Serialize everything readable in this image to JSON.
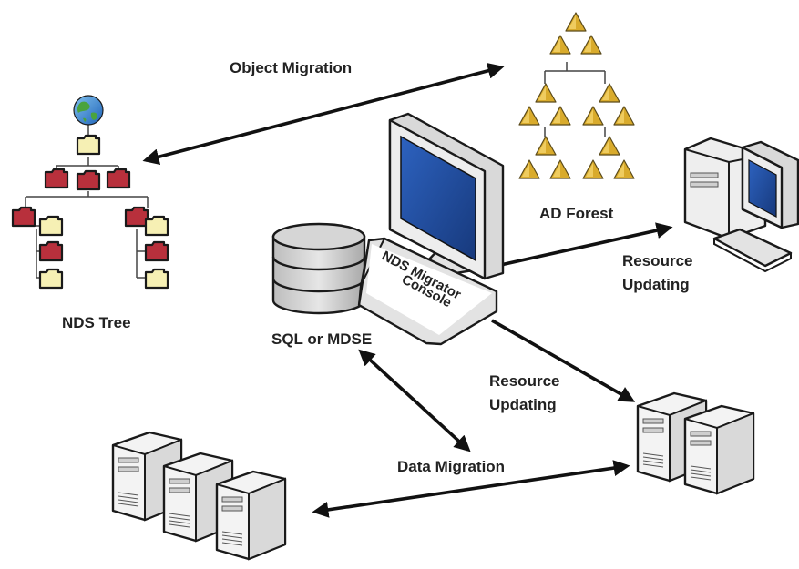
{
  "labels": {
    "object_migration": "Object Migration",
    "nds_tree": "NDS Tree",
    "ad_forest": "AD Forest",
    "sql_or_mdse": "SQL or MDSE",
    "console_line1": "NDS Migrator",
    "console_line2": "Console",
    "resource_updating_top_line1": "Resource",
    "resource_updating_top_line2": "Updating",
    "resource_updating_mid_line1": "Resource",
    "resource_updating_mid_line2": "Updating",
    "data_migration": "Data Migration"
  },
  "colors": {
    "folder_red": "#b8303c",
    "folder_yellow": "#f6f0b4",
    "triangle_gold": "#d9ab2c",
    "monitor_screen": "#1f4d9e",
    "device_gray": "#e8e8e8",
    "arrow": "#111111"
  },
  "icons": {
    "globe": "globe-icon",
    "folder": "folder-icon",
    "triangle": "domain-triangle-icon",
    "database": "database-icon",
    "monitor": "monitor-icon",
    "server": "server-icon",
    "workstation": "workstation-icon"
  }
}
